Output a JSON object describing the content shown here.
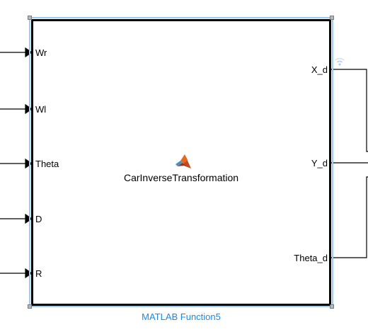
{
  "block": {
    "function_name": "CarInverseTransformation",
    "caption": "MATLAB Function5",
    "logo_icon": "matlab-logo-icon",
    "caption_color": "#1a8ae8"
  },
  "inputs": [
    {
      "label": "Wr"
    },
    {
      "label": "Wl"
    },
    {
      "label": "Theta"
    },
    {
      "label": "D"
    },
    {
      "label": "R"
    }
  ],
  "outputs": [
    {
      "label": "X_d"
    },
    {
      "label": "Y_d"
    },
    {
      "label": "Theta_d"
    }
  ],
  "selection_color": "#9ccdf0"
}
